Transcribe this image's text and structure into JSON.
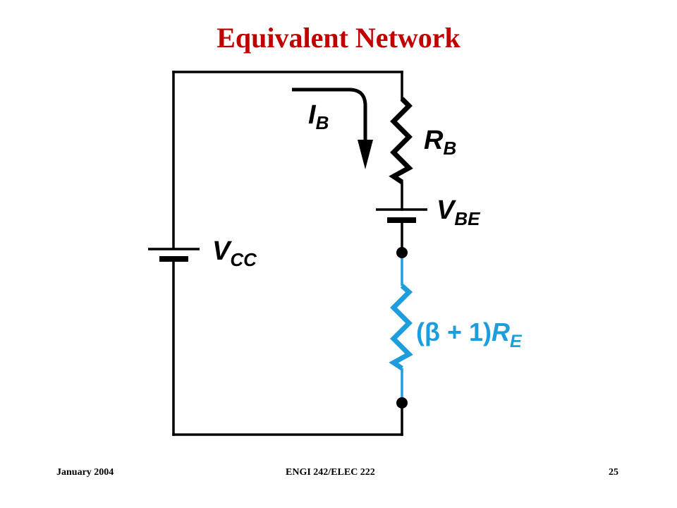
{
  "title": "Equivalent Network",
  "footer": {
    "date": "January 2004",
    "course": "ENGI 242/ELEC 222",
    "page": "25"
  },
  "circuit": {
    "labels": {
      "vcc": {
        "main": "V",
        "sub": "CC"
      },
      "ib": {
        "main": "I",
        "sub": "B"
      },
      "rb": {
        "main": "R",
        "sub": "B"
      },
      "vbe": {
        "main": "V",
        "sub": "BE"
      },
      "re_equiv": {
        "prefix": "(β + 1)",
        "main": "R",
        "sub": "E"
      }
    },
    "colors": {
      "wire": "#000000",
      "highlight": "#1e9ddc",
      "title": "#c00000"
    }
  }
}
